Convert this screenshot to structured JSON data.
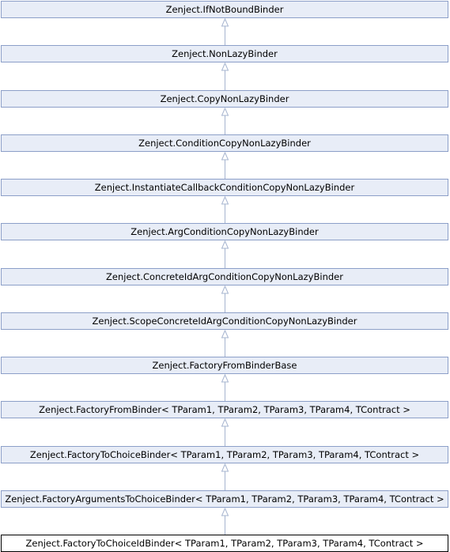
{
  "diagram": {
    "type": "class-inheritance",
    "colors": {
      "node_fill": "#e8edf7",
      "node_border": "#8c9fc8",
      "current_border": "#000000",
      "arrow": "#a6b4cf"
    },
    "nodes": [
      {
        "id": "n0",
        "label": "Zenject.IfNotBoundBinder"
      },
      {
        "id": "n1",
        "label": "Zenject.NonLazyBinder"
      },
      {
        "id": "n2",
        "label": "Zenject.CopyNonLazyBinder"
      },
      {
        "id": "n3",
        "label": "Zenject.ConditionCopyNonLazyBinder"
      },
      {
        "id": "n4",
        "label": "Zenject.InstantiateCallbackConditionCopyNonLazyBinder"
      },
      {
        "id": "n5",
        "label": "Zenject.ArgConditionCopyNonLazyBinder"
      },
      {
        "id": "n6",
        "label": "Zenject.ConcreteIdArgConditionCopyNonLazyBinder"
      },
      {
        "id": "n7",
        "label": "Zenject.ScopeConcreteIdArgConditionCopyNonLazyBinder"
      },
      {
        "id": "n8",
        "label": "Zenject.FactoryFromBinderBase"
      },
      {
        "id": "n9",
        "label": "Zenject.FactoryFromBinder< TParam1, TParam2, TParam3, TParam4, TContract >"
      },
      {
        "id": "n10",
        "label": "Zenject.FactoryToChoiceBinder< TParam1, TParam2, TParam3, TParam4, TContract >"
      },
      {
        "id": "n11",
        "label": "Zenject.FactoryArgumentsToChoiceBinder< TParam1, TParam2, TParam3, TParam4, TContract >"
      },
      {
        "id": "n12",
        "label": "Zenject.FactoryToChoiceIdBinder< TParam1, TParam2, TParam3, TParam4, TContract >",
        "current": true
      }
    ],
    "edges": [
      {
        "from": "n1",
        "to": "n0"
      },
      {
        "from": "n2",
        "to": "n1"
      },
      {
        "from": "n3",
        "to": "n2"
      },
      {
        "from": "n4",
        "to": "n3"
      },
      {
        "from": "n5",
        "to": "n4"
      },
      {
        "from": "n6",
        "to": "n5"
      },
      {
        "from": "n7",
        "to": "n6"
      },
      {
        "from": "n8",
        "to": "n7"
      },
      {
        "from": "n9",
        "to": "n8"
      },
      {
        "from": "n10",
        "to": "n9"
      },
      {
        "from": "n11",
        "to": "n10"
      },
      {
        "from": "n12",
        "to": "n11"
      }
    ]
  }
}
